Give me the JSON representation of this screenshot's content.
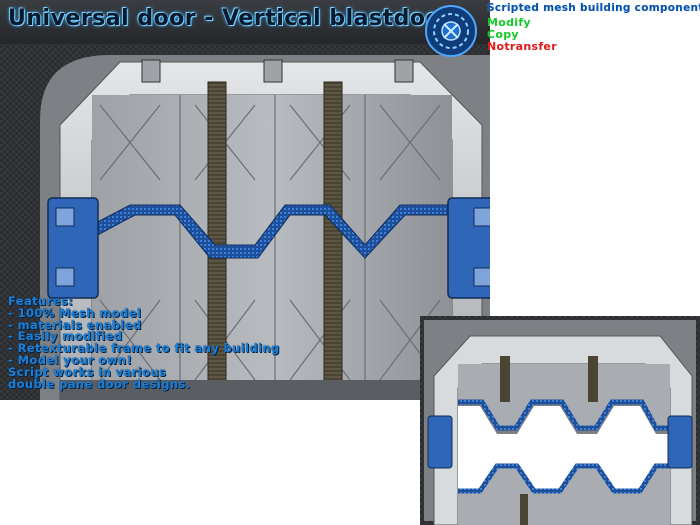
{
  "title": "Universal door - Vertical blastdoor",
  "subtitle": "Scripted mesh building component",
  "permissions": [
    {
      "label": "Modify",
      "color": "#15c92a"
    },
    {
      "label": "Copy",
      "color": "#15c92a"
    },
    {
      "label": "Notransfer",
      "color": "#e01818"
    }
  ],
  "features": [
    "Features:",
    "- 100% Mesh model",
    "- materials enabled",
    "- Easily modified",
    "- Retexturable frame to fit any building",
    "- Model your own!",
    "Script works in various",
    "double pane door designs."
  ],
  "colors": {
    "accent": "#1b7fd6",
    "steel": "#9aa0a6",
    "blue_trim": "#2f66b8"
  },
  "icons": [
    "blueprint-logo-icon"
  ]
}
